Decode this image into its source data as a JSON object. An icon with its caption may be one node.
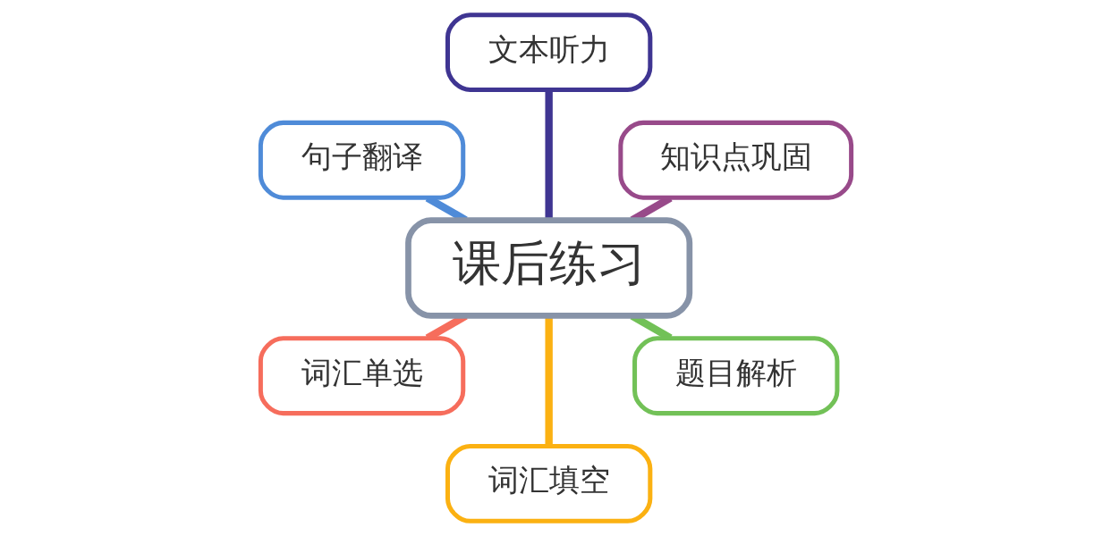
{
  "diagram": {
    "nodes": [
      {
        "text": [
          "课后练习"
        ]
      },
      {
        "text": [
          "知识点巩固"
        ]
      },
      {
        "text": [
          "文本听力"
        ]
      },
      {
        "text": [
          "句子翻译"
        ]
      },
      {
        "text": [
          "词汇单选"
        ]
      },
      {
        "text": [
          "词汇填空"
        ]
      },
      {
        "text": [
          "题目解析"
        ]
      }
    ],
    "edges": [
      {
        "from": 0,
        "to": 1,
        "arrow": "none",
        "color": "#984a8a"
      },
      {
        "from": 0,
        "to": 2,
        "arrow": "none",
        "color": "#3f3592"
      },
      {
        "from": 0,
        "to": 3,
        "arrow": "none",
        "color": "#4f8bd8"
      },
      {
        "from": 0,
        "to": 4,
        "arrow": "none",
        "color": "#f66d5c"
      },
      {
        "from": 0,
        "to": 5,
        "arrow": "none",
        "color": "#fbb112"
      },
      {
        "from": 0,
        "to": 6,
        "arrow": "none",
        "color": "#72c157"
      }
    ]
  }
}
